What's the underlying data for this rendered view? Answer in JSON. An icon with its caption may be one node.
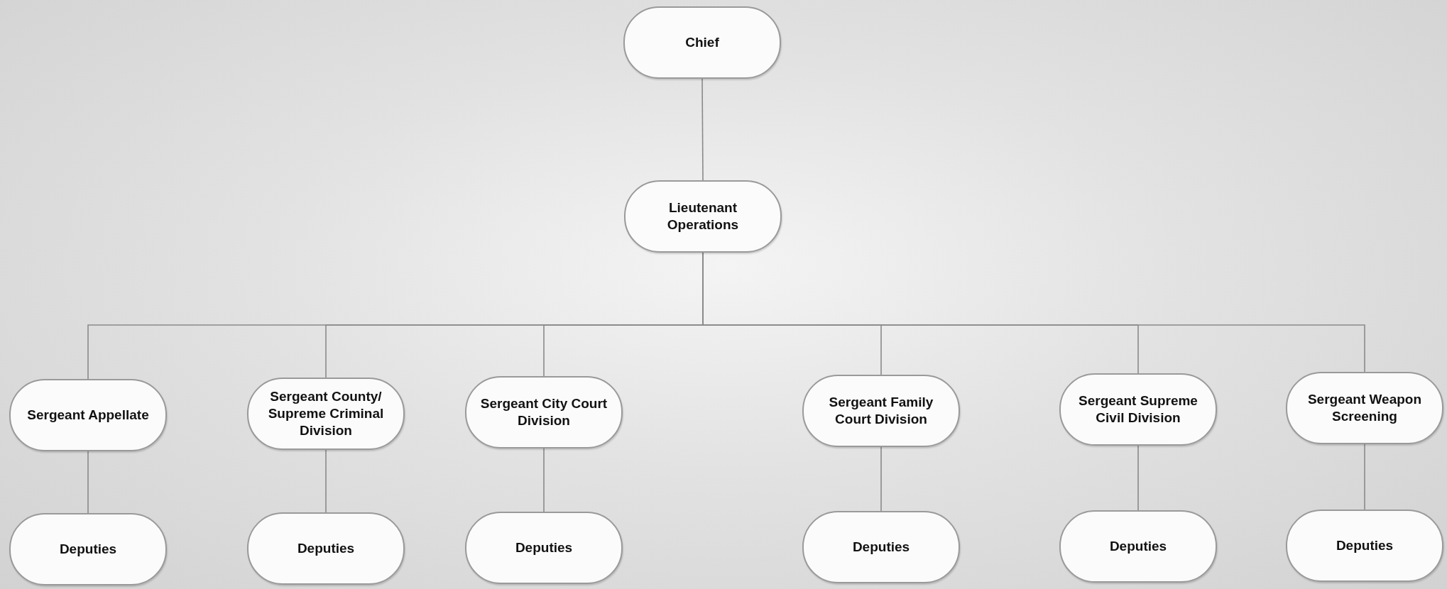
{
  "diagram": {
    "nodes": [
      {
        "text": [
          "Chief"
        ]
      },
      {
        "text": [
          "Lieutenant Operations"
        ]
      },
      {
        "text": [
          "Sergeant Appellate"
        ]
      },
      {
        "text": [
          "Sergeant County/ Supreme Criminal Division"
        ]
      },
      {
        "text": [
          "Sergeant City Court Division"
        ]
      },
      {
        "text": [
          "Sergeant Family Court Division"
        ]
      },
      {
        "text": [
          "Sergeant Supreme Civil Division"
        ]
      },
      {
        "text": [
          "Sergeant Weapon Screening"
        ]
      },
      {
        "text": [
          "Deputies"
        ]
      },
      {
        "text": [
          "Deputies"
        ]
      },
      {
        "text": [
          "Deputies"
        ]
      },
      {
        "text": [
          "Deputies"
        ]
      },
      {
        "text": [
          "Deputies"
        ]
      },
      {
        "text": [
          "Deputies"
        ]
      }
    ],
    "edges": [
      {
        "from": 0,
        "to": 1,
        "arrow": "none"
      },
      {
        "from": 1,
        "to": 2,
        "arrow": "none"
      },
      {
        "from": 1,
        "to": 3,
        "arrow": "none"
      },
      {
        "from": 1,
        "to": 4,
        "arrow": "none"
      },
      {
        "from": 1,
        "to": 5,
        "arrow": "none"
      },
      {
        "from": 1,
        "to": 6,
        "arrow": "none"
      },
      {
        "from": 1,
        "to": 7,
        "arrow": "none"
      },
      {
        "from": 2,
        "to": 8,
        "arrow": "none"
      },
      {
        "from": 3,
        "to": 9,
        "arrow": "none"
      },
      {
        "from": 4,
        "to": 10,
        "arrow": "none"
      },
      {
        "from": 5,
        "to": 11,
        "arrow": "none"
      },
      {
        "from": 6,
        "to": 12,
        "arrow": "none"
      },
      {
        "from": 7,
        "to": 13,
        "arrow": "none"
      }
    ]
  }
}
